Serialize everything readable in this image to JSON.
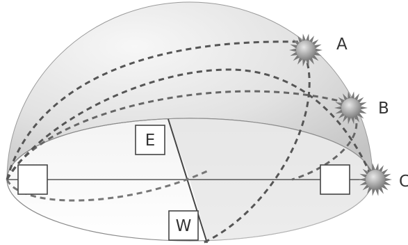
{
  "diagram": {
    "direction_labels": {
      "east": "E",
      "west": "W"
    },
    "sun_labels": [
      "A",
      "B",
      "C"
    ],
    "colors": {
      "dome_light": "#f2f2f2",
      "dome_dark": "#c8c8c8",
      "horizon_fill": "#efefef",
      "path_stroke": "#555555",
      "outline": "#8a8a8a",
      "sun_core": "#9a9a9a",
      "sun_ray": "#7a7a7a"
    },
    "icons": [
      "sun-icon",
      "observer-marker-icon"
    ]
  }
}
